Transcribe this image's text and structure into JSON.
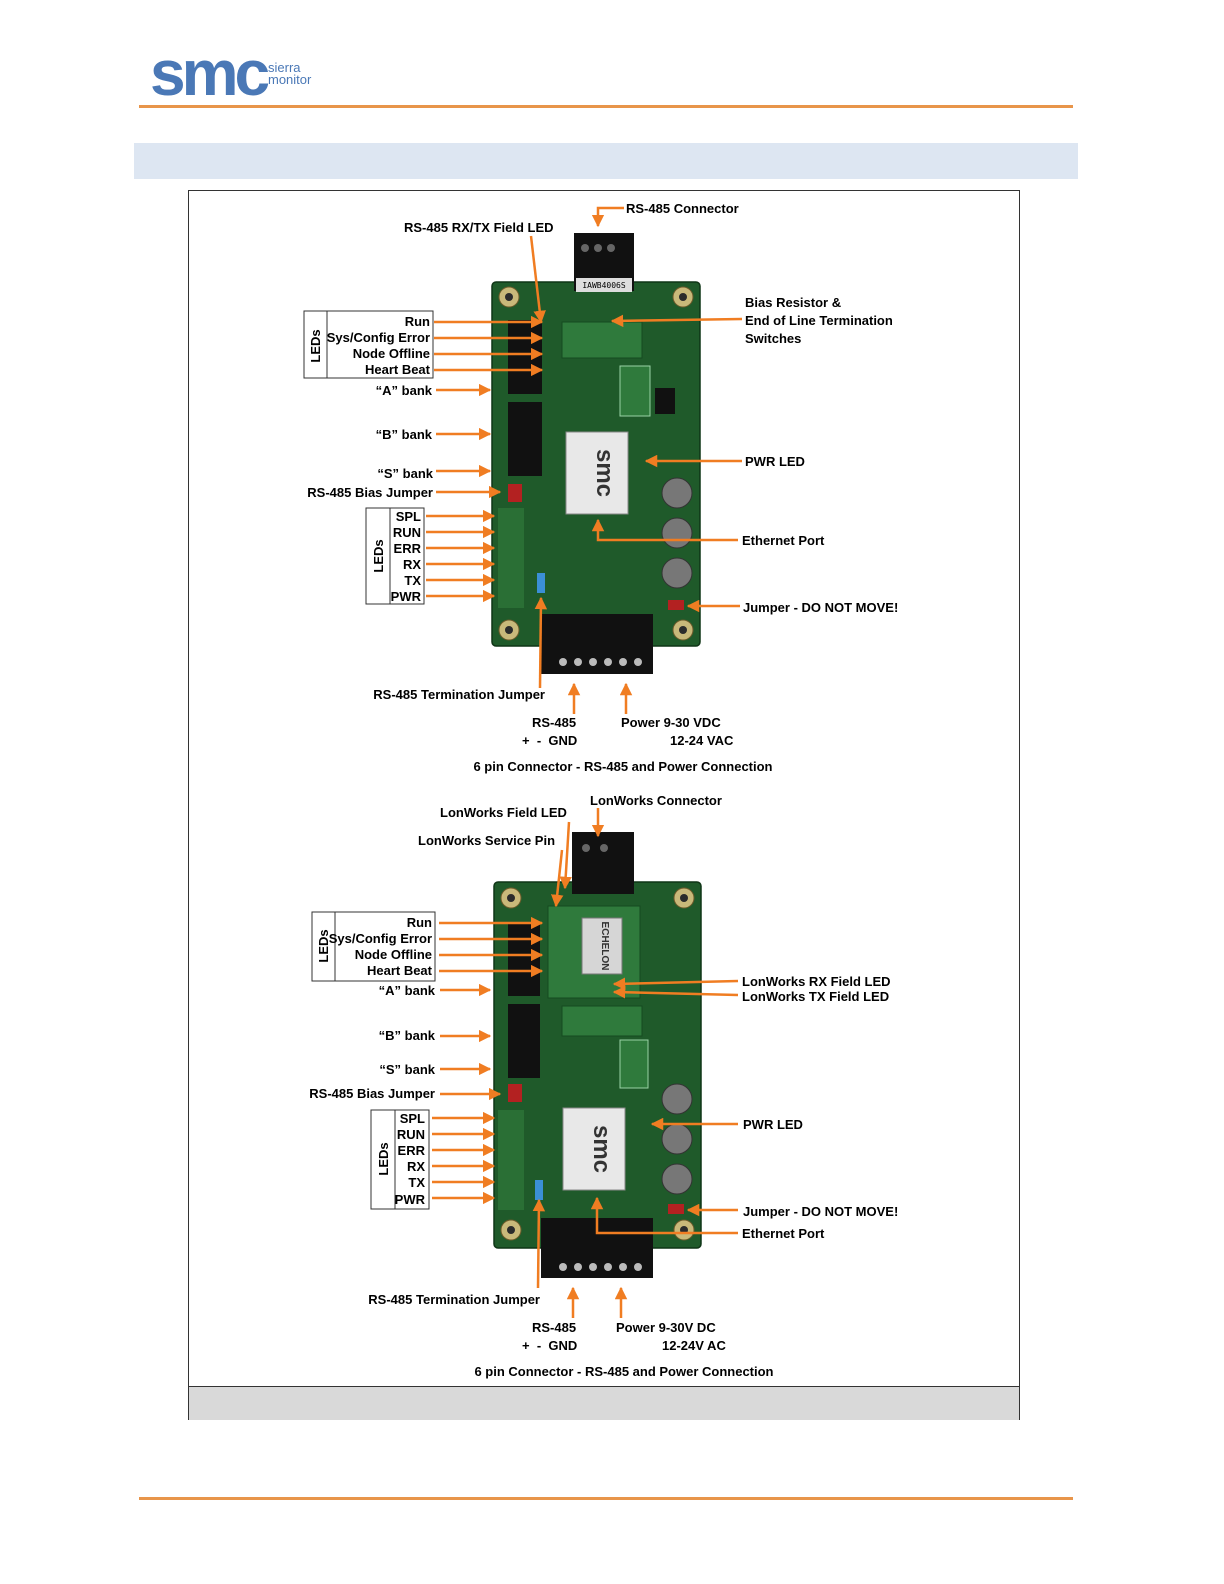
{
  "logo": {
    "brand": "smc",
    "line1": "sierra",
    "line2": "monitor"
  },
  "diagram1": {
    "board_chip": "smc",
    "connector_marking": "IAWB4006S",
    "labels": {
      "rs485_connector": "RS-485 Connector",
      "rs485_rxtx_led": "RS-485 RX/TX Field LED",
      "bias_resistor_1": "Bias Resistor &",
      "bias_resistor_2": "End of Line Termination",
      "bias_resistor_3": "Switches",
      "leds_title": "LEDs",
      "run": "Run",
      "sys_config_error": "Sys/Config Error",
      "node_offline": "Node Offline",
      "heart_beat": "Heart Beat",
      "a_bank": "“A” bank",
      "b_bank": "“B” bank",
      "s_bank": "“S” bank",
      "pwr_led": "PWR LED",
      "rs485_bias_jumper": "RS-485 Bias Jumper",
      "leds2_title": "LEDs",
      "spl": "SPL",
      "run2": "RUN",
      "err": "ERR",
      "rx": "RX",
      "tx": "TX",
      "pwr": "PWR",
      "ethernet_port": "Ethernet Port",
      "jumper_do_not_move": "Jumper - DO NOT MOVE!",
      "termination_jumper": "RS-485 Termination Jumper",
      "rs485": "RS-485",
      "plus_minus_gnd": "+  -  GND",
      "power_1": "Power 9-30 VDC",
      "power_2": "12-24 VAC",
      "caption": "6 pin Connector - RS-485 and Power Connection"
    }
  },
  "diagram2": {
    "board_chip": "smc",
    "chip2_marking": "ECHELON",
    "labels": {
      "lonworks_connector": "LonWorks Connector",
      "lonworks_field_led": "LonWorks Field LED",
      "lonworks_service_pin": "LonWorks Service Pin",
      "leds_title": "LEDs",
      "run": "Run",
      "sys_config_error": "Sys/Config Error",
      "node_offline": "Node Offline",
      "heart_beat": "Heart Beat",
      "a_bank": "“A” bank",
      "lon_rx_led": "LonWorks RX Field LED",
      "lon_tx_led": "LonWorks TX Field LED",
      "b_bank": "“B” bank",
      "s_bank": "“S” bank",
      "rs485_bias_jumper": "RS-485 Bias Jumper",
      "pwr_led": "PWR LED",
      "leds2_title": "LEDs",
      "spl": "SPL",
      "run2": "RUN",
      "err": "ERR",
      "rx": "RX",
      "tx": "TX",
      "pwr": "PWR",
      "jumper_do_not_move": "Jumper - DO NOT MOVE!",
      "ethernet_port": "Ethernet Port",
      "termination_jumper": "RS-485 Termination Jumper",
      "rs485": "RS-485",
      "plus_minus_gnd": "+  -  GND",
      "power_1": "Power 9-30V DC",
      "power_2": "12-24V AC",
      "caption": "6 pin Connector - RS-485 and Power Connection"
    }
  },
  "colors": {
    "accent": "#e8954a",
    "brand": "#4a78b6",
    "arrow": "#f07d22",
    "pcb": "#1f5a2a"
  }
}
